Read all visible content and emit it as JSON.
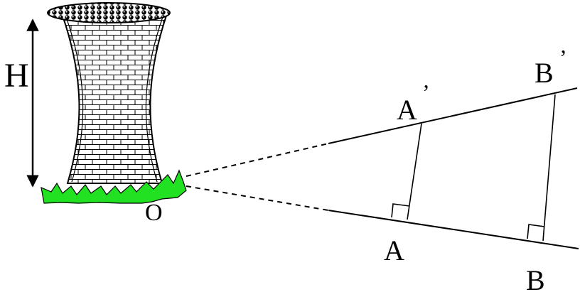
{
  "labels": {
    "height": "H",
    "origin": "O",
    "point_a": "A",
    "point_a_prime": "A",
    "point_b": "B",
    "point_b_prime": "B",
    "prime_mark": "’"
  },
  "colors": {
    "ink": "#000000",
    "grass": "#22e022",
    "background": "#ffffff"
  },
  "icons": {
    "tower": "brick-tower-icon",
    "grass": "grass-icon"
  }
}
